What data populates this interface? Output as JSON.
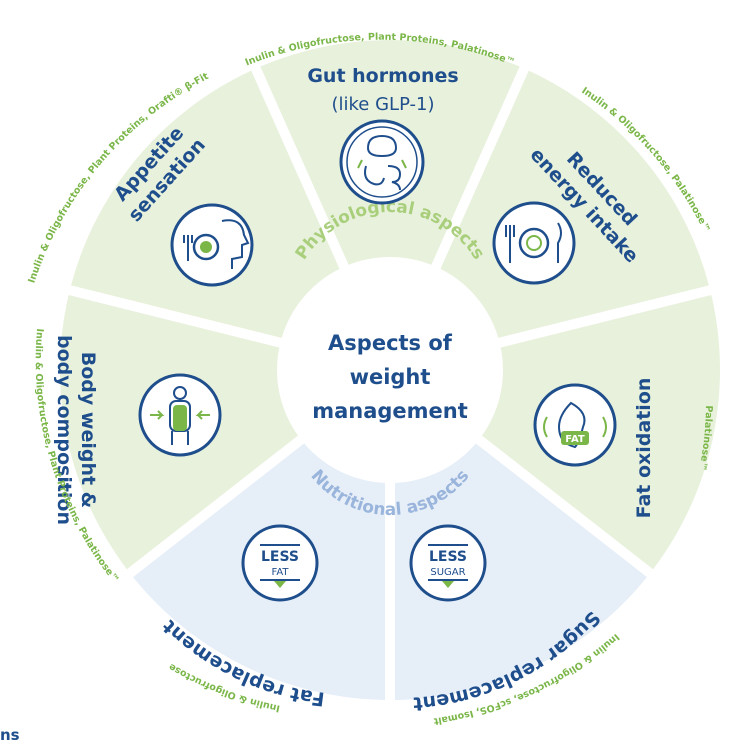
{
  "center": {
    "title_lines": [
      "Aspects of",
      "weight",
      "management"
    ],
    "arc_top": "Physiological aspects",
    "arc_bottom": "Nutritional aspects"
  },
  "segments": {
    "gut": {
      "title": "Gut hormones",
      "subtitle": "(like GLP-1)",
      "ingredients": "Inulin & Oligofructose, Plant Proteins, Palatinose™",
      "icon": "brain-gut-icon"
    },
    "energy": {
      "title_lines": [
        "Reduced",
        "energy intake"
      ],
      "ingredients": "Inulin & Oligofructose, Palatinose™",
      "icon": "plate-cutlery-icon"
    },
    "fat_ox": {
      "title": "Fat oxidation",
      "ingredients": "Palatinose™",
      "icon": "fat-flame-icon",
      "icon_label": "FAT"
    },
    "sugar": {
      "title": "Sugar replacement",
      "ingredients": "Inulin & Oligofructose, scFOS, Isomalt",
      "badge_big": "LESS",
      "badge_small": "SUGAR"
    },
    "fat_rep": {
      "title": "Fat replacement",
      "ingredients": "Inulin & Oligofructose",
      "badge_big": "LESS",
      "badge_small": "FAT"
    },
    "body": {
      "title_lines": [
        "Body weight &",
        "body composition"
      ],
      "ingredients": "Inulin & Oligofructose, Plant Proteins, Palatinose™",
      "icon": "body-composition-icon"
    },
    "appetite": {
      "title_lines": [
        "Appetite",
        "sensation"
      ],
      "ingredients": "Inulin & Oligofructose, Plant Proteins, Orafti® β-Fit",
      "icon": "head-plate-icon"
    }
  },
  "edge_text": "ns",
  "colors": {
    "physio_fill": "#e8f1dc",
    "nutri_fill": "#e6eef8",
    "navy": "#1f4e8c",
    "green": "#7ab648"
  }
}
